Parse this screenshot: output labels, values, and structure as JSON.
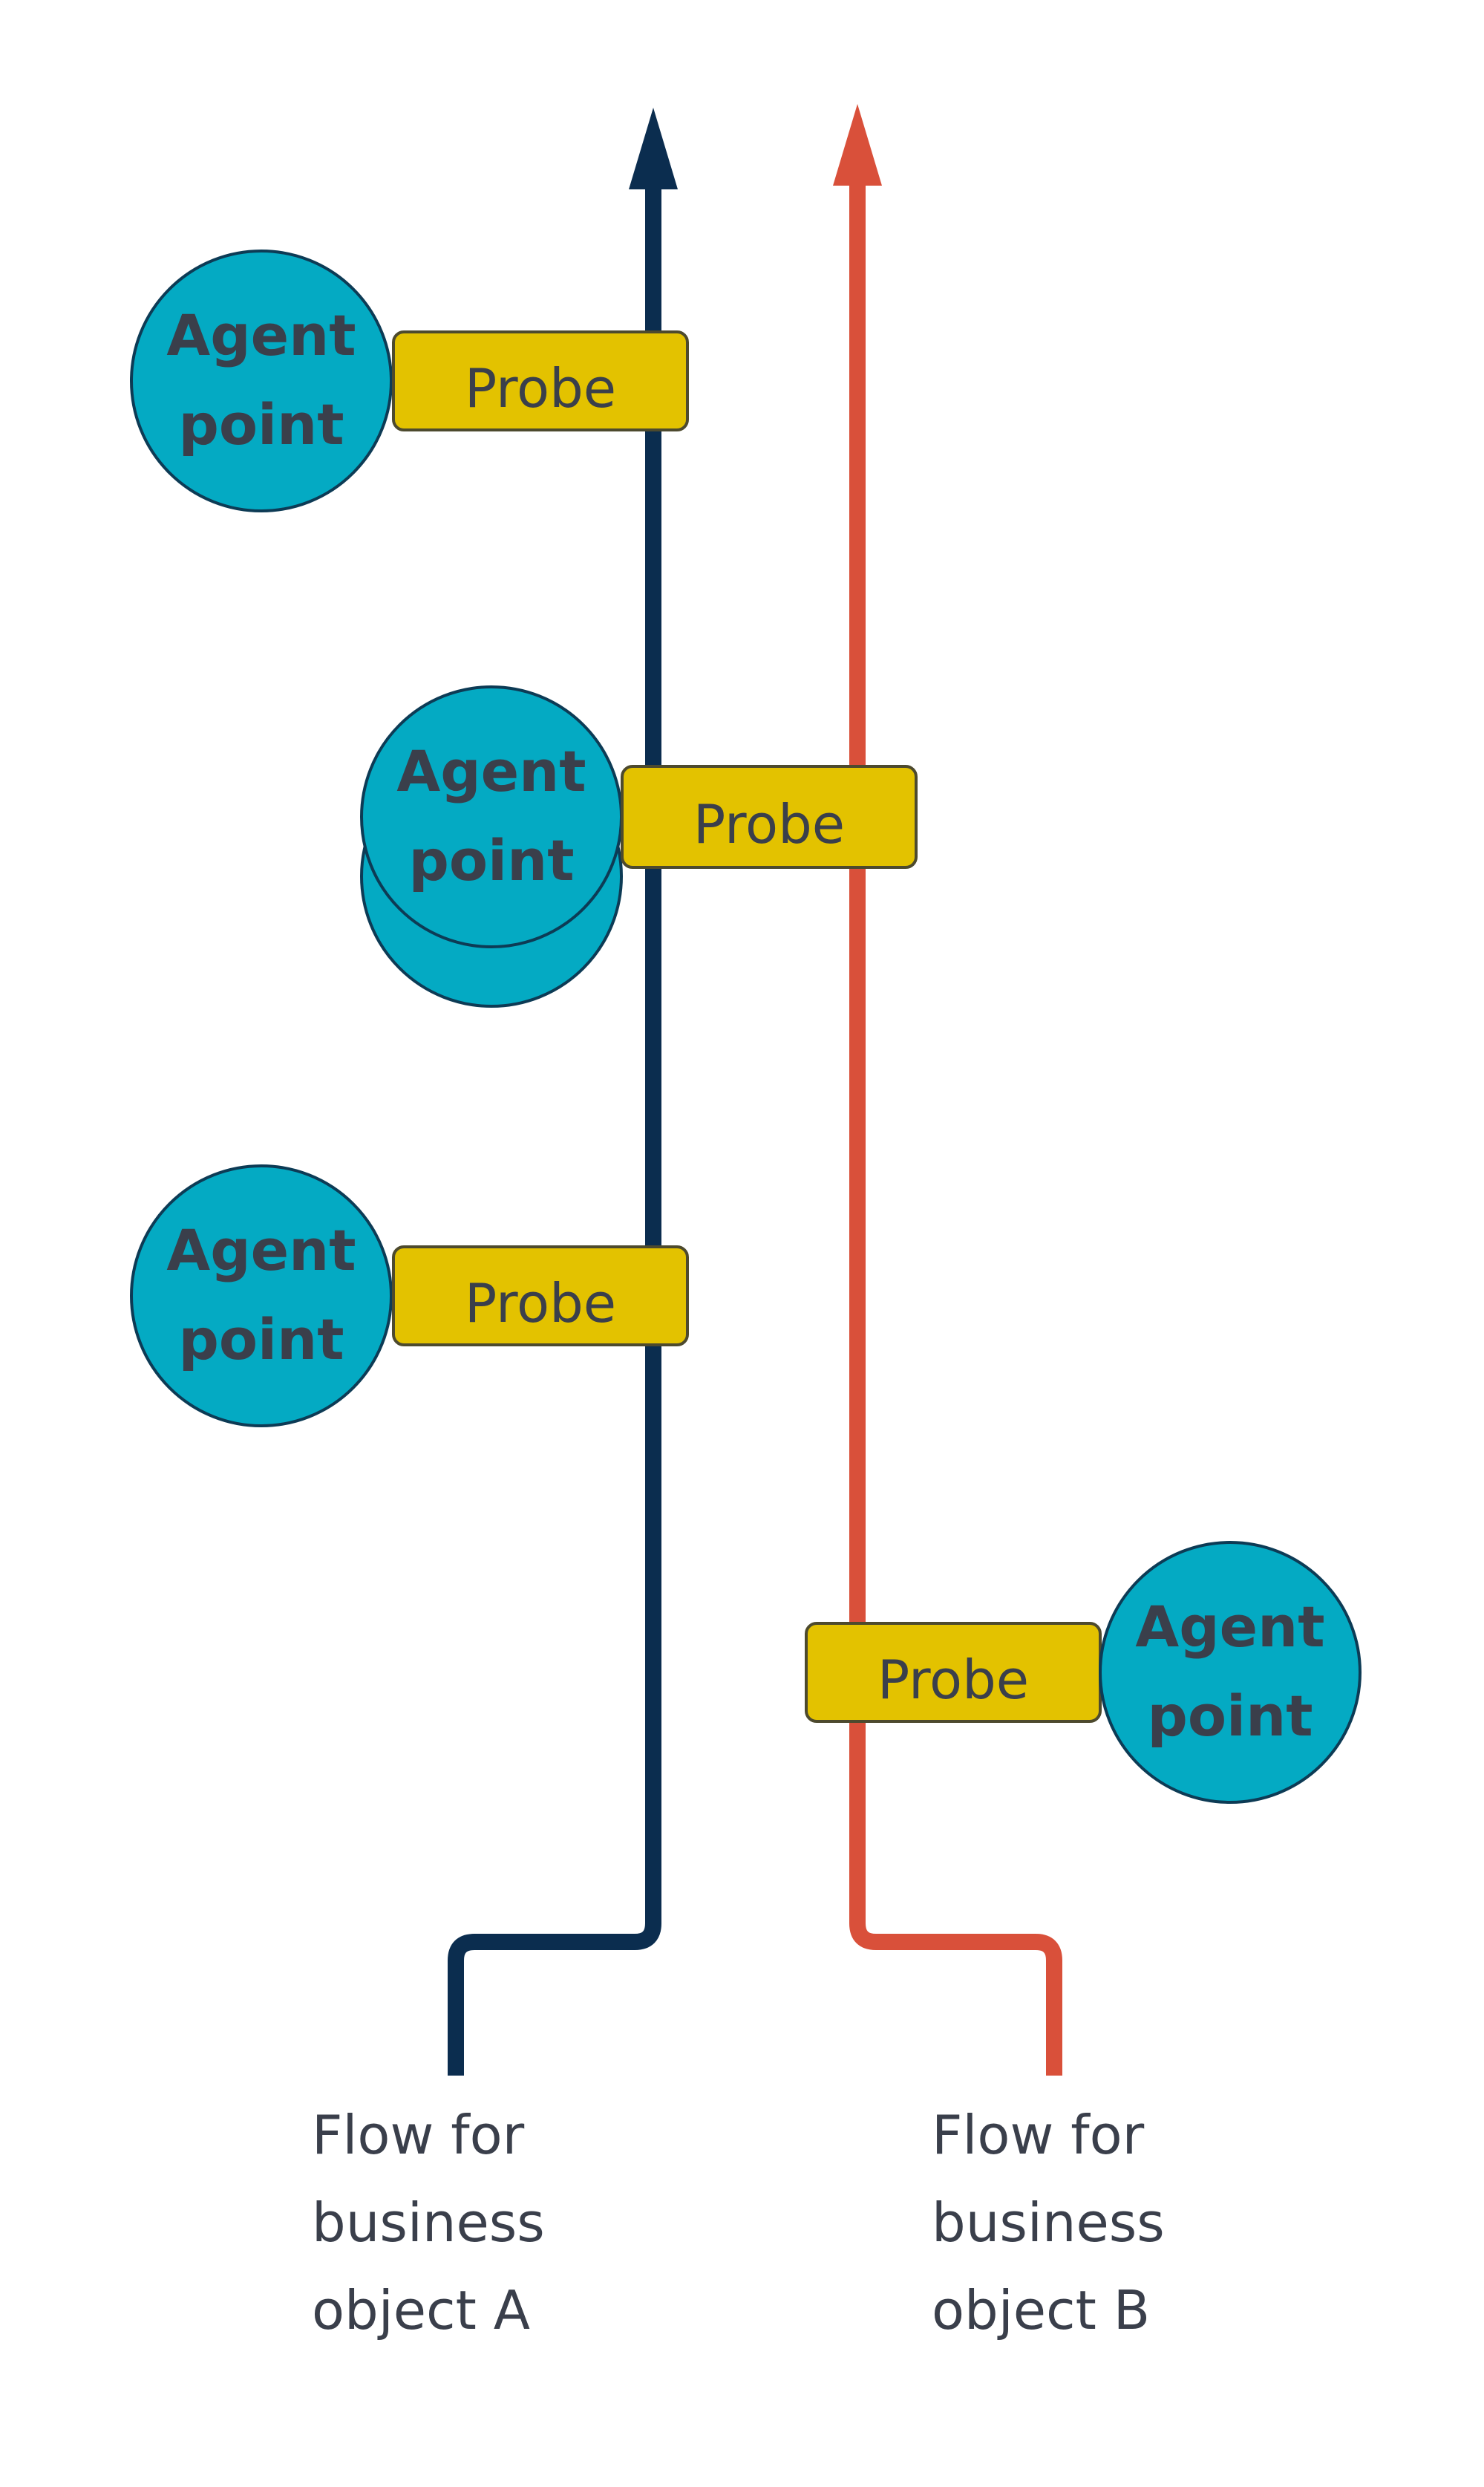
{
  "colors": {
    "flow_a": "#0b2d4f",
    "flow_b": "#d9503a",
    "agent_fill": "#04aac3",
    "agent_stroke": "#0d3b55",
    "probe_fill": "#e3c200",
    "probe_stroke": "#4d4a2e",
    "text": "#3a3f4b"
  },
  "agent_label_line1": "Agent",
  "agent_label_line2": "point",
  "probe_label": "Probe",
  "flows": [
    {
      "name": "flow-a",
      "label_lines": [
        "Flow for",
        "business",
        "object A"
      ]
    },
    {
      "name": "flow-b",
      "label_lines": [
        "Flow for",
        "business",
        "object B"
      ]
    }
  ],
  "groups": [
    {
      "id": "group-1",
      "agent_line1": "Agent",
      "agent_line2": "point",
      "probe": "Probe",
      "stacked": false
    },
    {
      "id": "group-2",
      "agent_line1": "Agent",
      "agent_line2": "point",
      "probe": "Probe",
      "stacked": true
    },
    {
      "id": "group-3",
      "agent_line1": "Agent",
      "agent_line2": "point",
      "probe": "Probe",
      "stacked": false
    },
    {
      "id": "group-4",
      "agent_line1": "Agent",
      "agent_line2": "point",
      "probe": "Probe",
      "stacked": false
    }
  ]
}
